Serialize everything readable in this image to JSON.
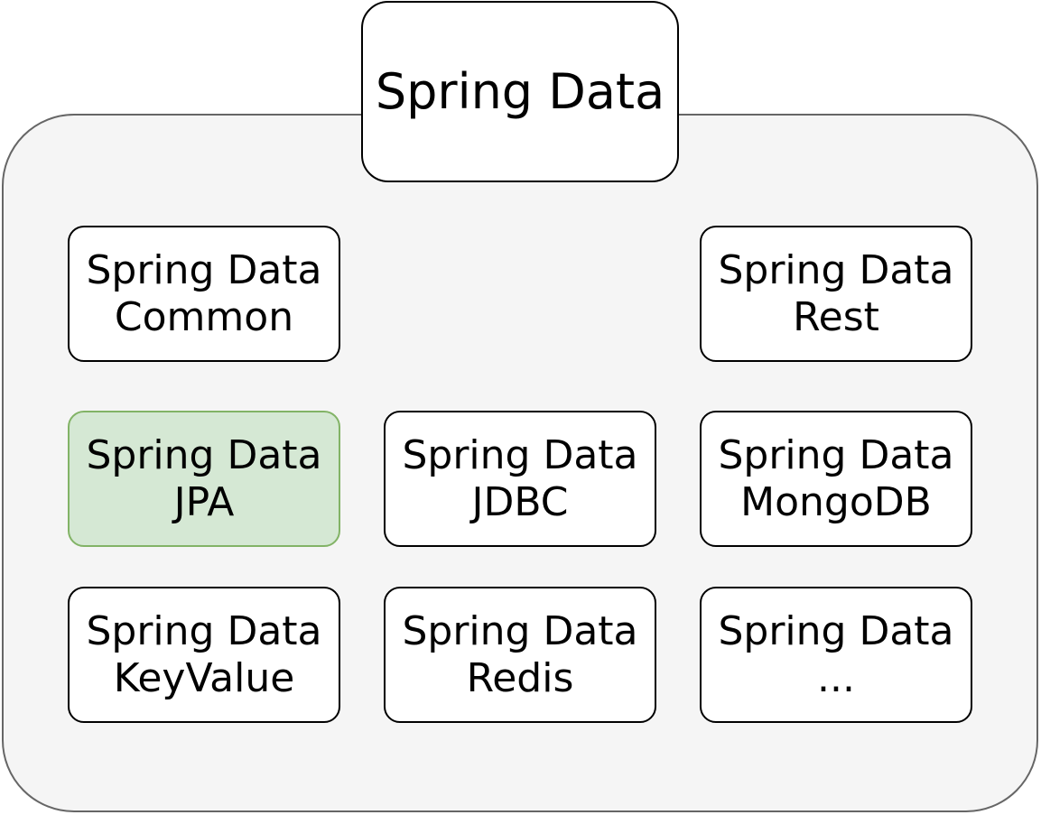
{
  "diagram": {
    "title": "Spring Data",
    "modules": [
      {
        "id": "common",
        "line1": "Spring Data",
        "line2": "Common"
      },
      {
        "id": "rest",
        "line1": "Spring Data",
        "line2": "Rest"
      },
      {
        "id": "jpa",
        "line1": "Spring Data",
        "line2": "JPA"
      },
      {
        "id": "jdbc",
        "line1": "Spring Data",
        "line2": "JDBC"
      },
      {
        "id": "mongodb",
        "line1": "Spring Data",
        "line2": "MongoDB"
      },
      {
        "id": "keyvalue",
        "line1": "Spring Data",
        "line2": "KeyValue"
      },
      {
        "id": "redis",
        "line1": "Spring Data",
        "line2": "Redis"
      },
      {
        "id": "more",
        "line1": "Spring Data",
        "line2": "..."
      }
    ],
    "colors": {
      "container_fill": "#f5f5f5",
      "container_stroke": "#666666",
      "box_fill": "#ffffff",
      "box_stroke": "#000000",
      "highlight_fill": "#d5e8d4",
      "highlight_stroke": "#82b366"
    }
  }
}
